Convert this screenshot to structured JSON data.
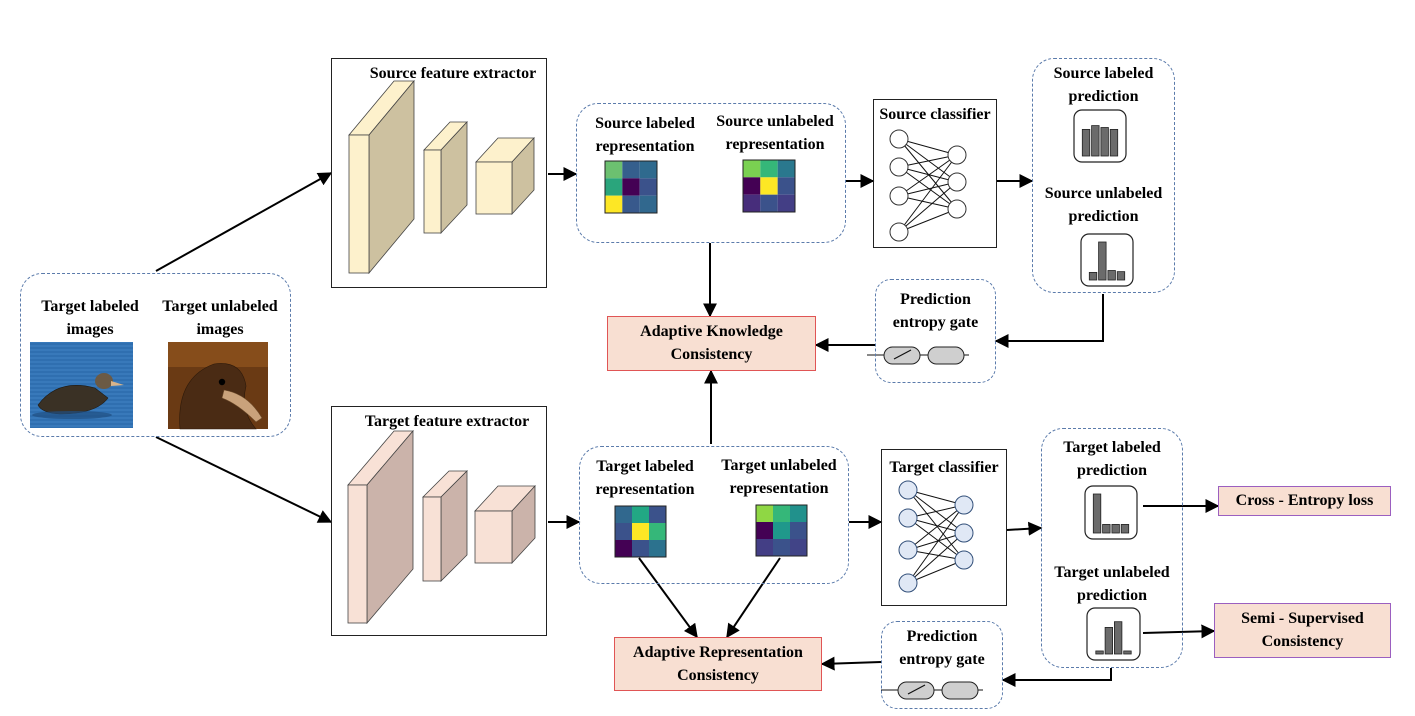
{
  "input": {
    "labeled_title": "Target labeled images",
    "unlabeled_title": "Target unlabeled images",
    "labeled_line1": "Target labeled",
    "labeled_line2": "images",
    "unlabeled_line1": "Target unlabeled",
    "unlabeled_line2": "images"
  },
  "source_branch": {
    "extractor_label": "Source feature extractor",
    "labeled_repr_line1": "Source labeled",
    "labeled_repr_line2": "representation",
    "unlabeled_repr_line1": "Source unlabeled",
    "unlabeled_repr_line2": "representation",
    "classifier_label": "Source classifier",
    "labeled_pred_line1": "Source labeled",
    "labeled_pred_line2": "prediction",
    "unlabeled_pred_line1": "Source unlabeled",
    "unlabeled_pred_line2": "prediction",
    "gate_line1": "Prediction",
    "gate_line2": "entropy gate"
  },
  "target_branch": {
    "extractor_label": "Target feature extractor",
    "labeled_repr_line1": "Target labeled",
    "labeled_repr_line2": "representation",
    "unlabeled_repr_line1": "Target unlabeled",
    "unlabeled_repr_line2": "representation",
    "classifier_label": "Target classifier",
    "labeled_pred_line1": "Target labeled",
    "labeled_pred_line2": "prediction",
    "unlabeled_pred_line1": "Target unlabeled",
    "unlabeled_pred_line2": "prediction",
    "gate_line1": "Prediction",
    "gate_line2": "entropy gate"
  },
  "losses": {
    "akc_line1": "Adaptive Knowledge",
    "akc_line2": "Consistency",
    "arc_line1": "Adaptive Representation",
    "arc_line2": "Consistency",
    "ce": "Cross - Entropy loss",
    "ssc_line1": "Semi - Supervised",
    "ssc_line2": "Consistency"
  },
  "colors": {
    "dashed_border": "#5b7bab",
    "loss_fill": "#f8dfd2",
    "loss_border": "#e05555",
    "output_border": "#9b5fc0",
    "source_cube_front": "#fdf1cc",
    "source_cube_side": "#cdc1a0",
    "target_cube_front": "#f8e1d6",
    "target_cube_side": "#cbb3aa",
    "node_fill": "#e0e8f5",
    "bar_fill": "#6b6b6b"
  },
  "icons": {
    "input_images": [
      "albatross-on-water-photo",
      "albatross-closeup-photo"
    ],
    "gate_switches": [
      "open-switch-icon",
      "closed-switch-icon"
    ],
    "prediction_histograms": [
      "bar-chart-icon"
    ],
    "representations": [
      "heatmap-icon"
    ],
    "classifiers": [
      "neural-network-icon"
    ],
    "extractors": [
      "feature-block-icon"
    ]
  },
  "predictions": {
    "source_labeled": [
      0.7,
      0.8,
      0.75,
      0.7
    ],
    "source_unlabeled": [
      0.2,
      1.0,
      0.25,
      0.22
    ],
    "target_labeled": [
      1.0,
      0.22,
      0.22,
      0.22
    ],
    "target_unlabeled": [
      0.08,
      0.7,
      0.85,
      0.08
    ]
  },
  "heatmaps": {
    "source_labeled": [
      [
        "#6cc070",
        "#355f8d",
        "#2f6a8e"
      ],
      [
        "#2aa57c",
        "#440154",
        "#3b528b"
      ],
      [
        "#fde725",
        "#38598c",
        "#31688e"
      ]
    ],
    "source_unlabeled": [
      [
        "#7ad151",
        "#35b779",
        "#2a788e"
      ],
      [
        "#440154",
        "#fde725",
        "#3b528b"
      ],
      [
        "#472d7b",
        "#3b528b",
        "#433e85"
      ]
    ],
    "target_labeled": [
      [
        "#31688e",
        "#22a884",
        "#3b528b"
      ],
      [
        "#3b528b",
        "#fde725",
        "#35b779"
      ],
      [
        "#440154",
        "#3b528b",
        "#2c728e"
      ]
    ],
    "target_unlabeled": [
      [
        "#8fd744",
        "#35b779",
        "#21918c"
      ],
      [
        "#440154",
        "#1f988b",
        "#3b528b"
      ],
      [
        "#433e85",
        "#3b528b",
        "#414487"
      ]
    ]
  }
}
